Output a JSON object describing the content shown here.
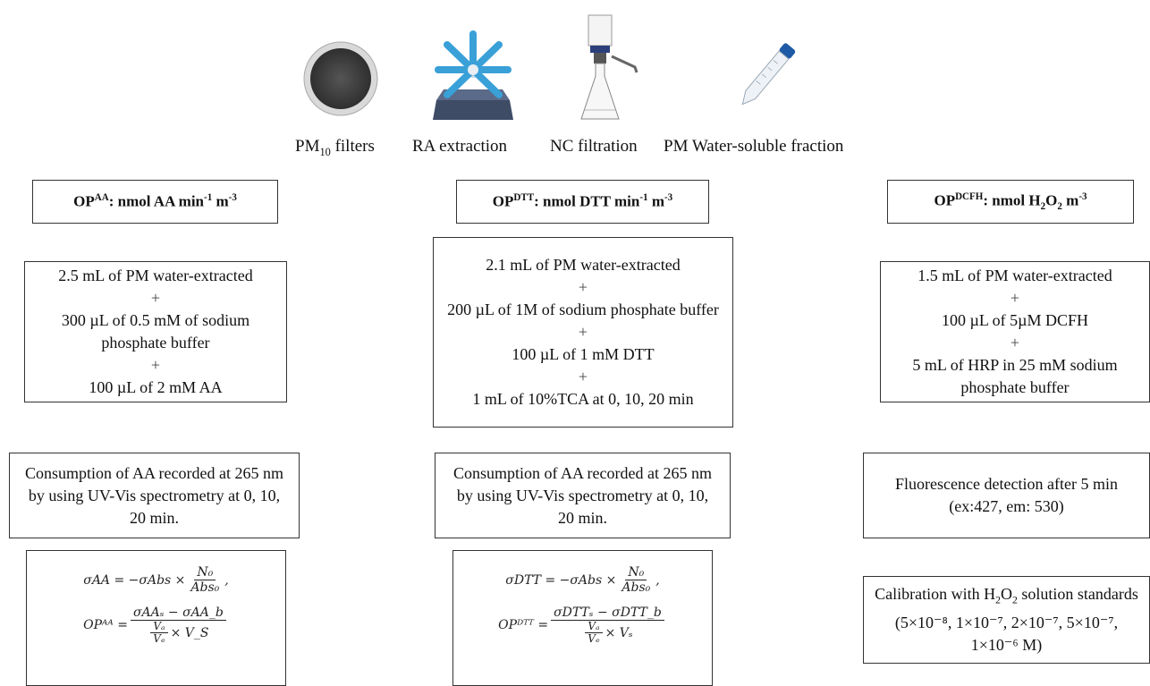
{
  "equipment": [
    {
      "label_main": "PM",
      "label_sub": "10",
      "label_rest": " filters",
      "icon": "pm-filter-icon"
    },
    {
      "label_main": "RA extraction",
      "label_sub": "",
      "label_rest": "",
      "icon": "rotary-agitator-icon"
    },
    {
      "label_main": "NC filtration",
      "label_sub": "",
      "label_rest": "",
      "icon": "vacuum-filtration-icon"
    },
    {
      "label_main": "PM Water-soluble fraction",
      "label_sub": "",
      "label_rest": "",
      "icon": "centrifuge-tube-icon"
    }
  ],
  "columns": {
    "aa": {
      "header": {
        "op": "OP",
        "sup": "AA",
        "unit_a": ": nmol AA min",
        "exp1": "-1",
        "unit_b": " m",
        "exp2": "-3"
      },
      "protocol": [
        "2.5 mL of PM water-extracted",
        "+",
        "300 µL of 0.5 mM of sodium phosphate buffer",
        "+",
        "100 µL of 2 mM AA"
      ],
      "detection": "Consumption of AA recorded at 265 nm by using UV-Vis spectrometry at 0, 10, 20 min."
    },
    "dtt": {
      "header": {
        "op": "OP",
        "sup": "DTT",
        "unit_a": ": nmol DTT min",
        "exp1": "-1",
        "unit_b": " m",
        "exp2": "-3"
      },
      "protocol": [
        "2.1 mL of PM water-extracted",
        "+",
        "200 µL of 1M of sodium phosphate buffer",
        "+",
        "100 µL of 1 mM DTT",
        "+",
        "1 mL of 10%TCA at 0, 10, 20 min"
      ],
      "detection": "Consumption of AA recorded at 265 nm by using UV-Vis spectrometry at 0, 10, 20 min."
    },
    "dcfh": {
      "header": {
        "op": "OP",
        "sup": "DCFH",
        "unit_a": ": nmol H",
        "sub": "2",
        "unit_b": "O",
        "sub2": "2",
        "unit_c": " m",
        "exp": "-3"
      },
      "protocol": [
        "1.5 mL of PM water-extracted",
        "+",
        "100 µL of 5µM DCFH",
        "+",
        "5 mL of HRP in 25 mM sodium phosphate buffer"
      ],
      "detection": "Fluorescence detection after 5 min (ex:427, em: 530)",
      "calibration": {
        "line1_a": "Calibration with H",
        "line1_sub": "2",
        "line1_b": "O",
        "line1_sub2": "2",
        "line1_c": " solution standards",
        "line2": "(5×10⁻⁸, 1×10⁻⁷, 2×10⁻⁷, 5×10⁻⁷, 1×10⁻⁶ M)"
      }
    }
  },
  "formulas": {
    "aa_eq1": {
      "lhs": "σAA = −σAbs ×",
      "num": "N₀",
      "den": "Abs₀",
      "tail": ","
    },
    "aa_eq2": {
      "lhs": "OPᴬᴬ =",
      "num": "σAAₛ − σAA_b",
      "den_num": "Vₐ",
      "den_den": "Vₑ",
      "den_tail": "× V_S"
    },
    "dtt_eq1": {
      "lhs": "σDTT = −σAbs ×",
      "num": "N₀",
      "den": "Abs₀",
      "tail": ","
    },
    "dtt_eq2": {
      "lhs": "OPᴰᵀᵀ =",
      "num": "σDTTₛ − σDTT_b",
      "den_num": "Vₐ",
      "den_den": "Vₑ",
      "den_tail": "× Vₛ"
    }
  }
}
